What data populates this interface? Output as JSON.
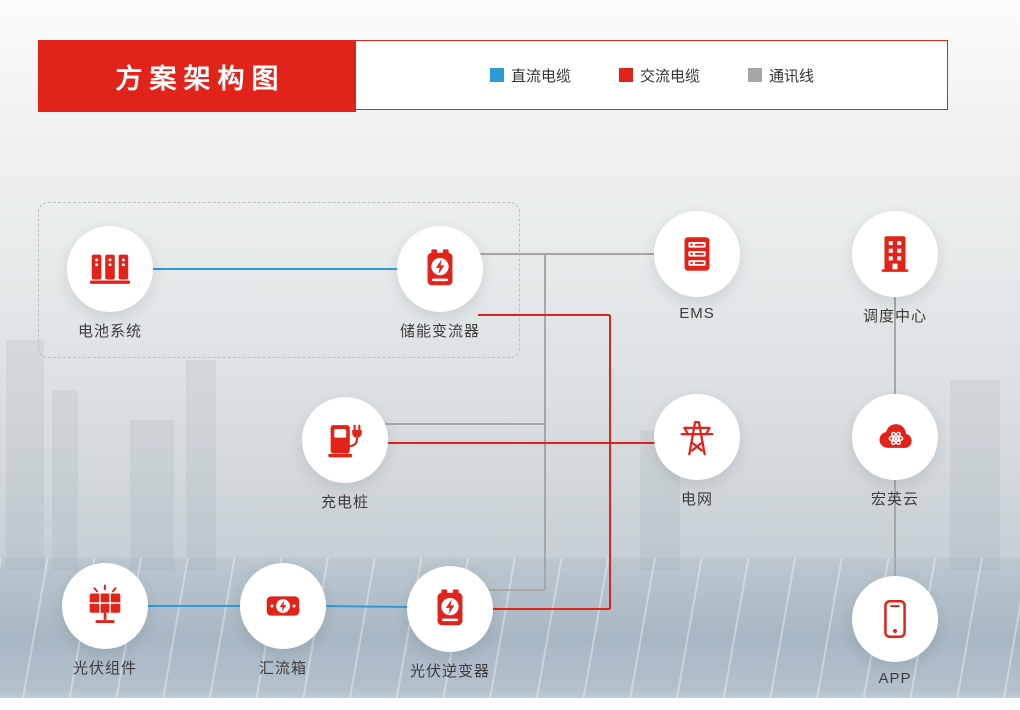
{
  "header": {
    "title": "方案架构图",
    "legend": [
      {
        "label": "直流电缆",
        "color": "#2e9bd6"
      },
      {
        "label": "交流电缆",
        "color": "#e2231a"
      },
      {
        "label": "通讯线",
        "color": "#a6a6a6"
      }
    ]
  },
  "line_colors": {
    "dc_cable": "#2e9bd6",
    "ac_cable": "#e2231a",
    "comm_line": "#a6a6a6"
  },
  "accent_color": "#e2231a",
  "nodes": [
    {
      "id": "battery-system",
      "label": "电池系统"
    },
    {
      "id": "storage-pcs",
      "label": "储能变流器"
    },
    {
      "id": "ems",
      "label": "EMS"
    },
    {
      "id": "dispatch-center",
      "label": "调度中心"
    },
    {
      "id": "charging-pile",
      "label": "充电桩"
    },
    {
      "id": "power-grid",
      "label": "电网"
    },
    {
      "id": "hongying-cloud",
      "label": "宏英云"
    },
    {
      "id": "pv-module",
      "label": "光伏组件"
    },
    {
      "id": "combiner-box",
      "label": "汇流箱"
    },
    {
      "id": "pv-inverter",
      "label": "光伏逆变器"
    },
    {
      "id": "app",
      "label": "APP"
    }
  ]
}
